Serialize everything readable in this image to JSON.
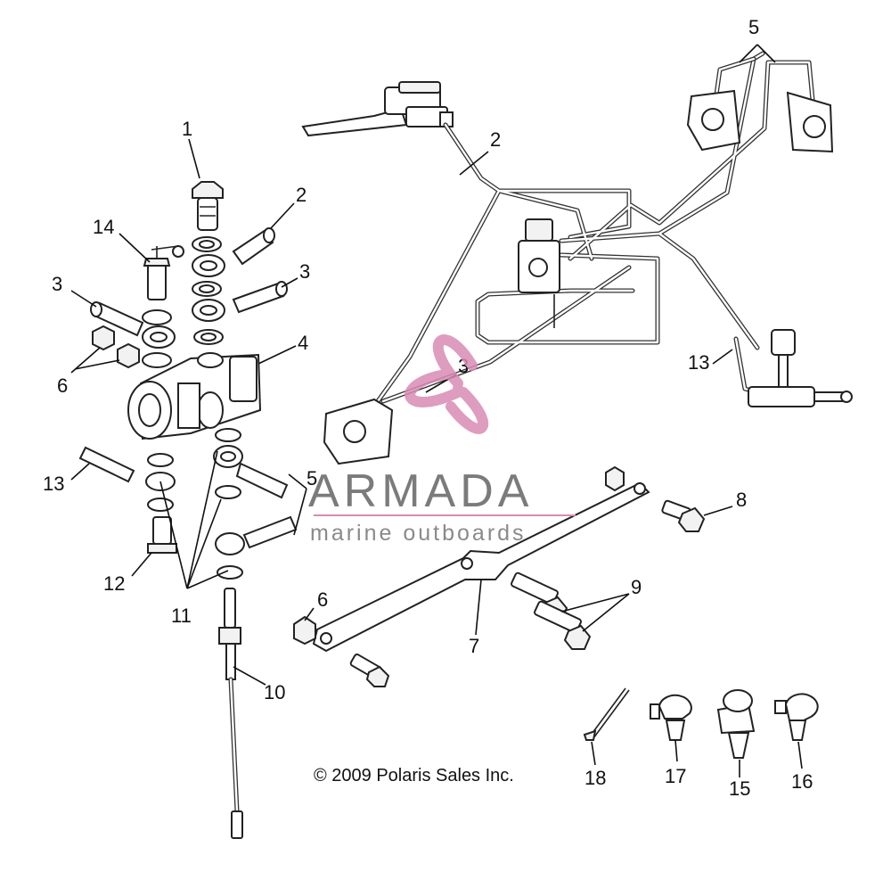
{
  "diagram": {
    "callouts": [
      "1",
      "2",
      "3",
      "14",
      "3",
      "6",
      "4",
      "13",
      "12",
      "11",
      "10",
      "2",
      "3",
      "5",
      "5",
      "13",
      "6",
      "7",
      "8",
      "9",
      "18",
      "17",
      "15",
      "16"
    ],
    "copyright": "© 2009 Polaris Sales Inc."
  },
  "watermark": {
    "brand": "ARMADA",
    "tagline": "marine outboards",
    "logo_color": "#d98bb5"
  }
}
